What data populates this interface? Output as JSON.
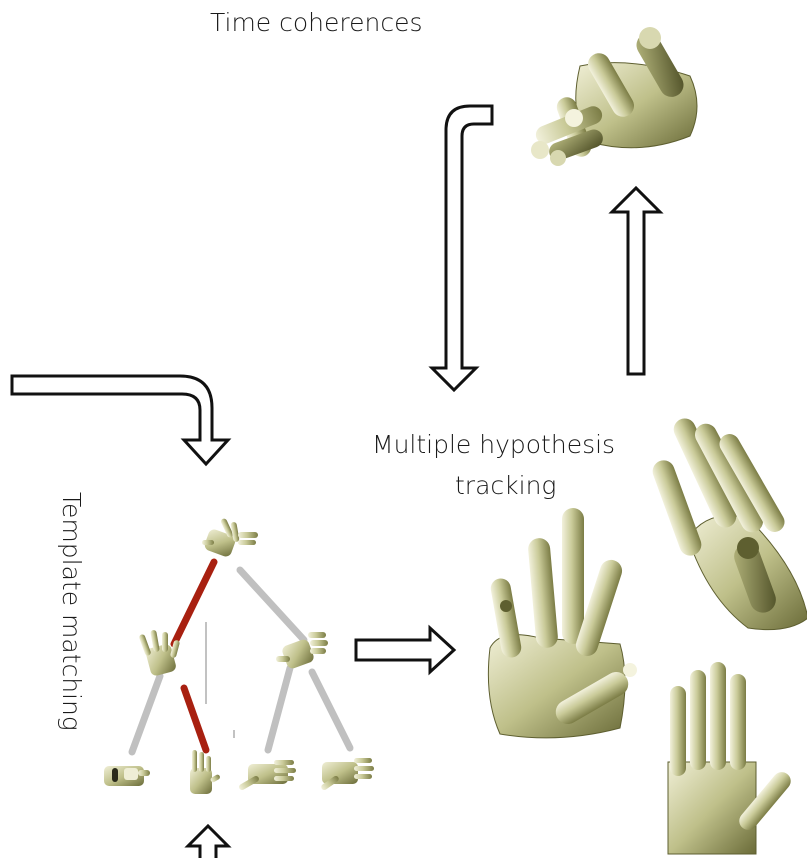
{
  "labels": {
    "time_coherences": "Time coherences",
    "multiple_hypothesis_line1": "Multiple hypothesis",
    "multiple_hypothesis_line2": "tracking",
    "template_matching": "Template matching"
  },
  "colors": {
    "hand_light": "#e8e7c8",
    "hand_mid": "#bfc08a",
    "hand_dark": "#5e5f30",
    "tree_edge_gray": "#bfbfbf",
    "tree_edge_red": "#a82010",
    "arrow_stroke": "#111111"
  },
  "icons": {
    "hand_models": "3d-hand-model-icon",
    "arrows": "hollow-arrow-icon"
  }
}
